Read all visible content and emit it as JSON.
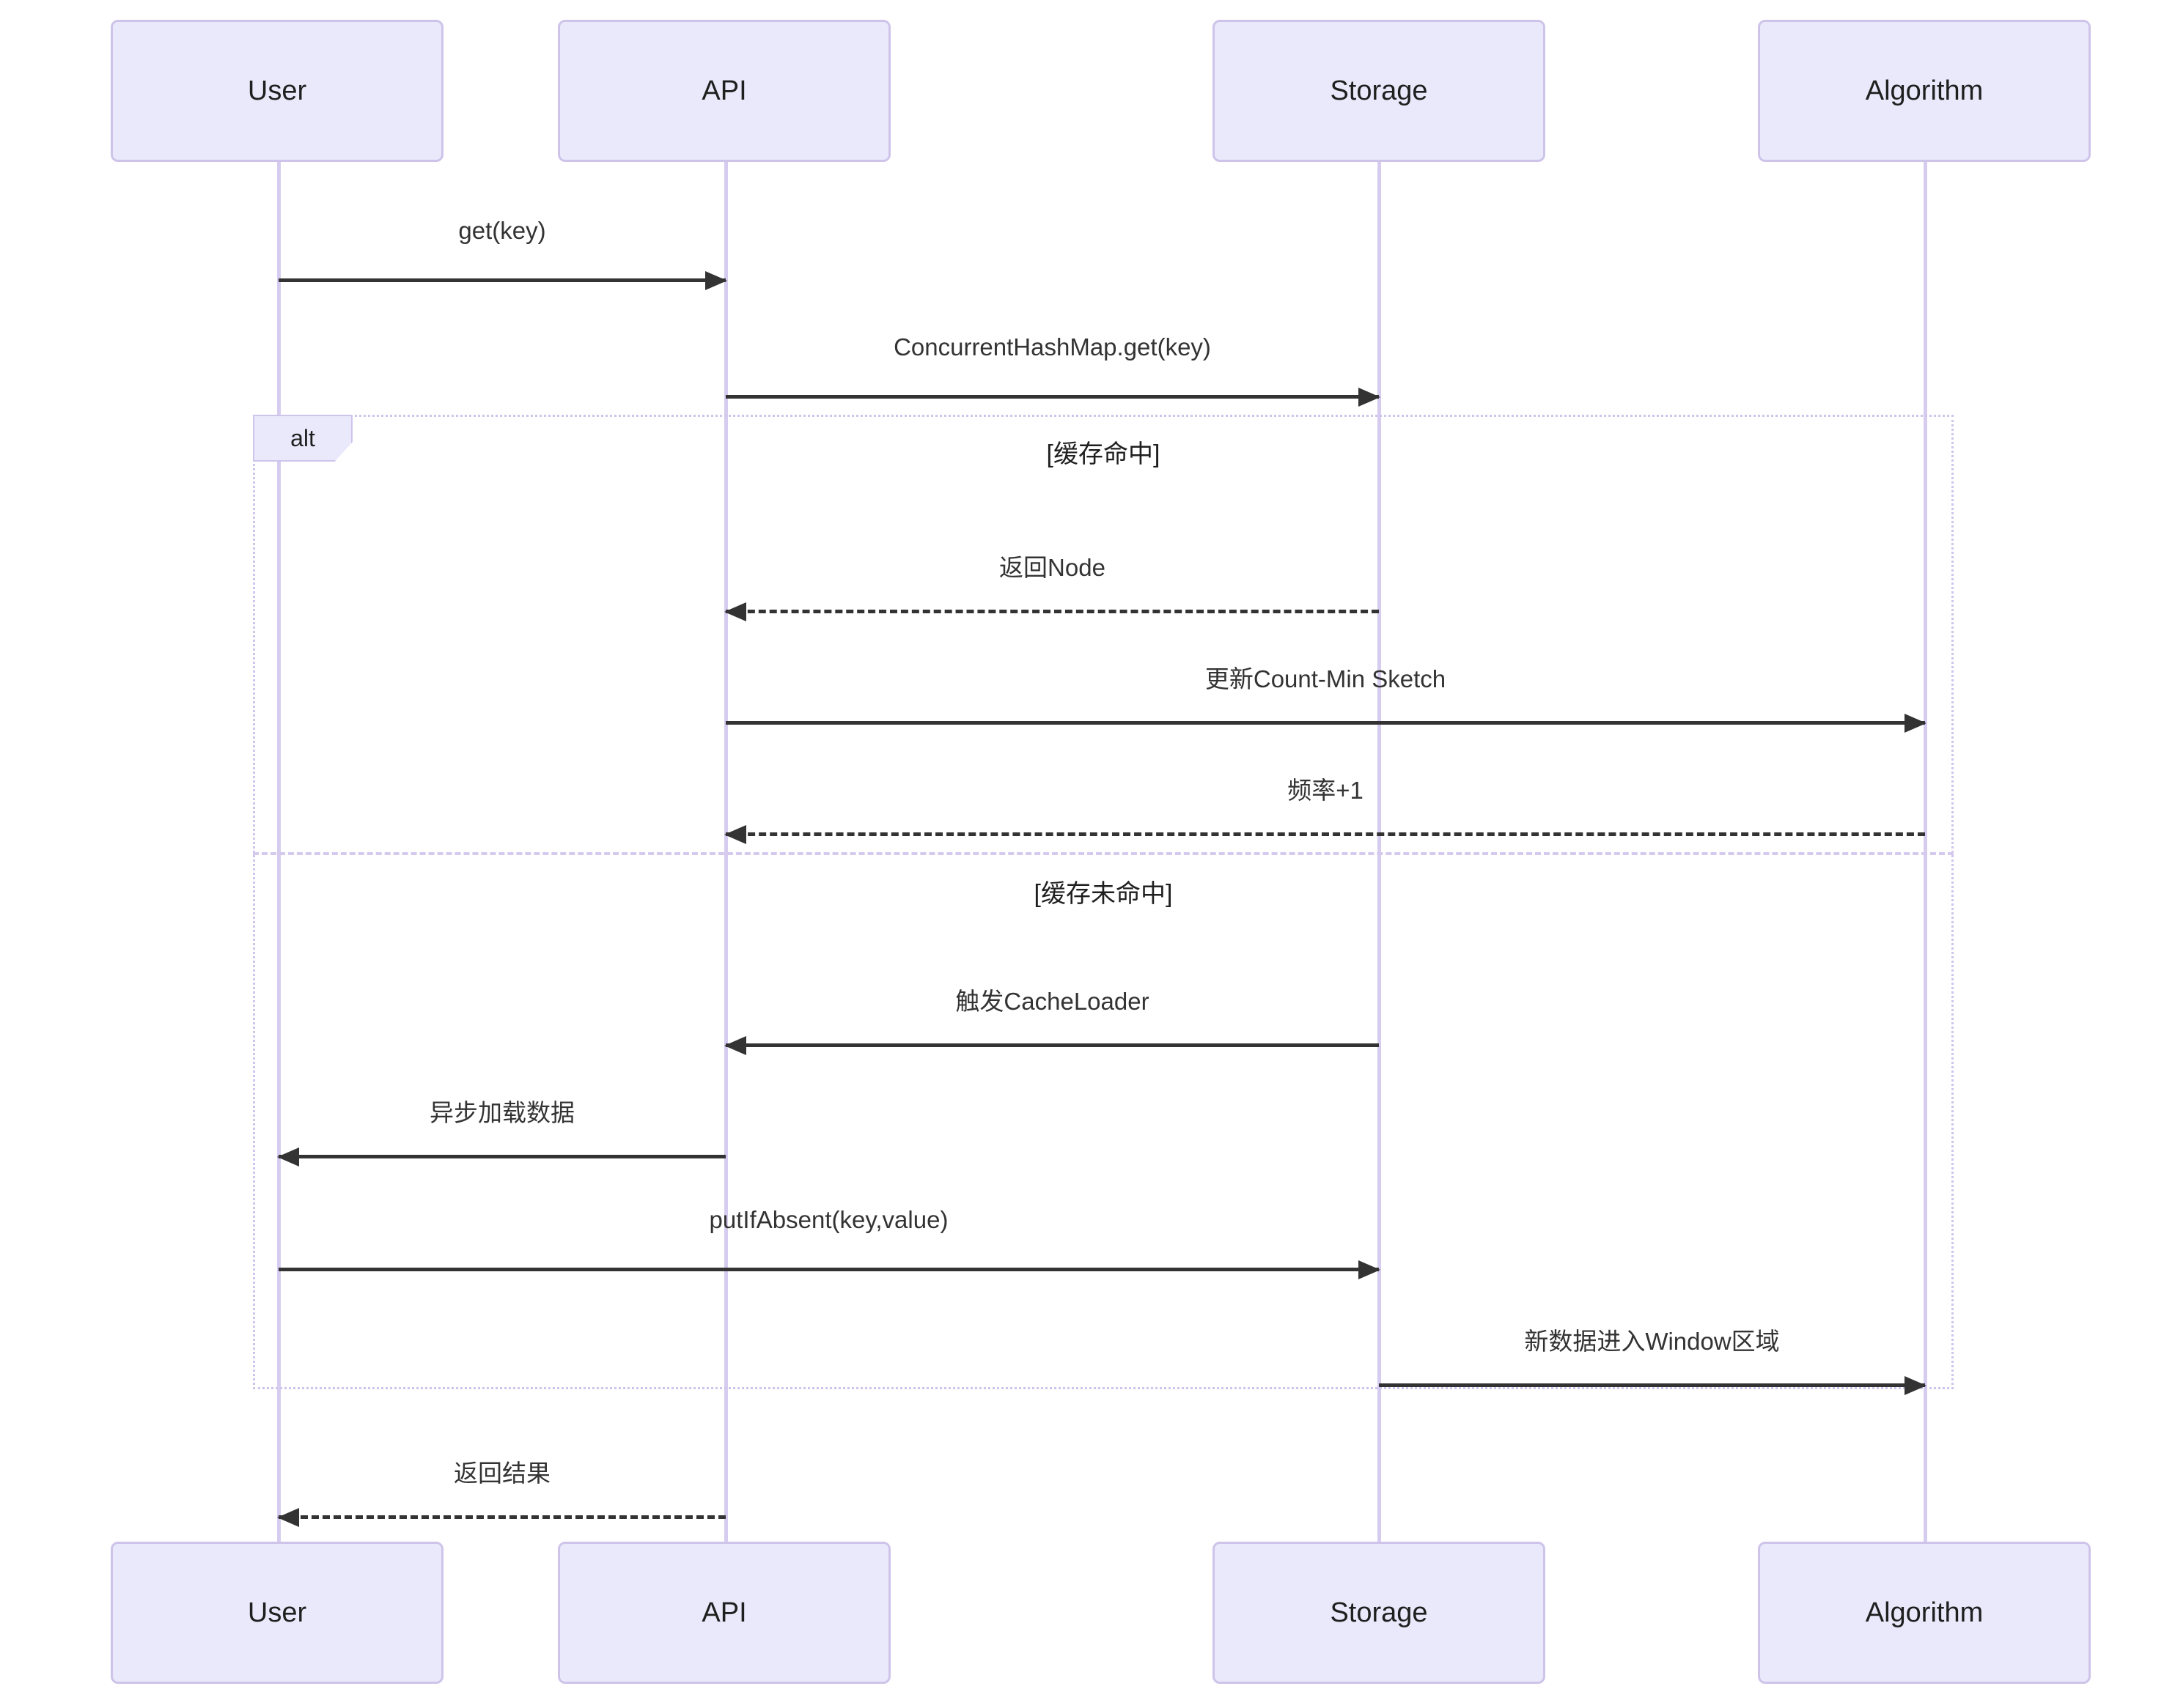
{
  "diagram": {
    "type": "sequence-diagram",
    "participants": [
      {
        "id": "user",
        "label": "User"
      },
      {
        "id": "api",
        "label": "API"
      },
      {
        "id": "storage",
        "label": "Storage"
      },
      {
        "id": "algorithm",
        "label": "Algorithm"
      }
    ],
    "messages": [
      {
        "label": "get(key)",
        "from": "User",
        "to": "API",
        "line": "solid"
      },
      {
        "label": "ConcurrentHashMap.get(key)",
        "from": "API",
        "to": "Storage",
        "line": "solid"
      },
      {
        "label": "返回Node",
        "from": "Storage",
        "to": "API",
        "line": "dashed"
      },
      {
        "label": "更新Count-Min Sketch",
        "from": "API",
        "to": "Algorithm",
        "line": "solid"
      },
      {
        "label": "频率+1",
        "from": "Algorithm",
        "to": "API",
        "line": "dashed"
      },
      {
        "label": "触发CacheLoader",
        "from": "Storage",
        "to": "API",
        "line": "solid"
      },
      {
        "label": "异步加载数据",
        "from": "API",
        "to": "User",
        "line": "solid"
      },
      {
        "label": "putIfAbsent(key,value)",
        "from": "User",
        "to": "Storage",
        "line": "solid"
      },
      {
        "label": "新数据进入Window区域",
        "from": "Storage",
        "to": "Algorithm",
        "line": "solid"
      },
      {
        "label": "返回结果",
        "from": "API",
        "to": "User",
        "line": "dashed"
      }
    ],
    "alt_frame": {
      "label": "alt",
      "sections": [
        {
          "guard": "[缓存命中]"
        },
        {
          "guard": "[缓存未命中]"
        }
      ]
    },
    "colors": {
      "actor_fill": "#E9E9FB",
      "actor_border": "#CEC4EA",
      "lifeline": "#D6CCEF",
      "frame_border": "#CFC4EC",
      "arrow": "#333333",
      "text": "#333333"
    }
  }
}
